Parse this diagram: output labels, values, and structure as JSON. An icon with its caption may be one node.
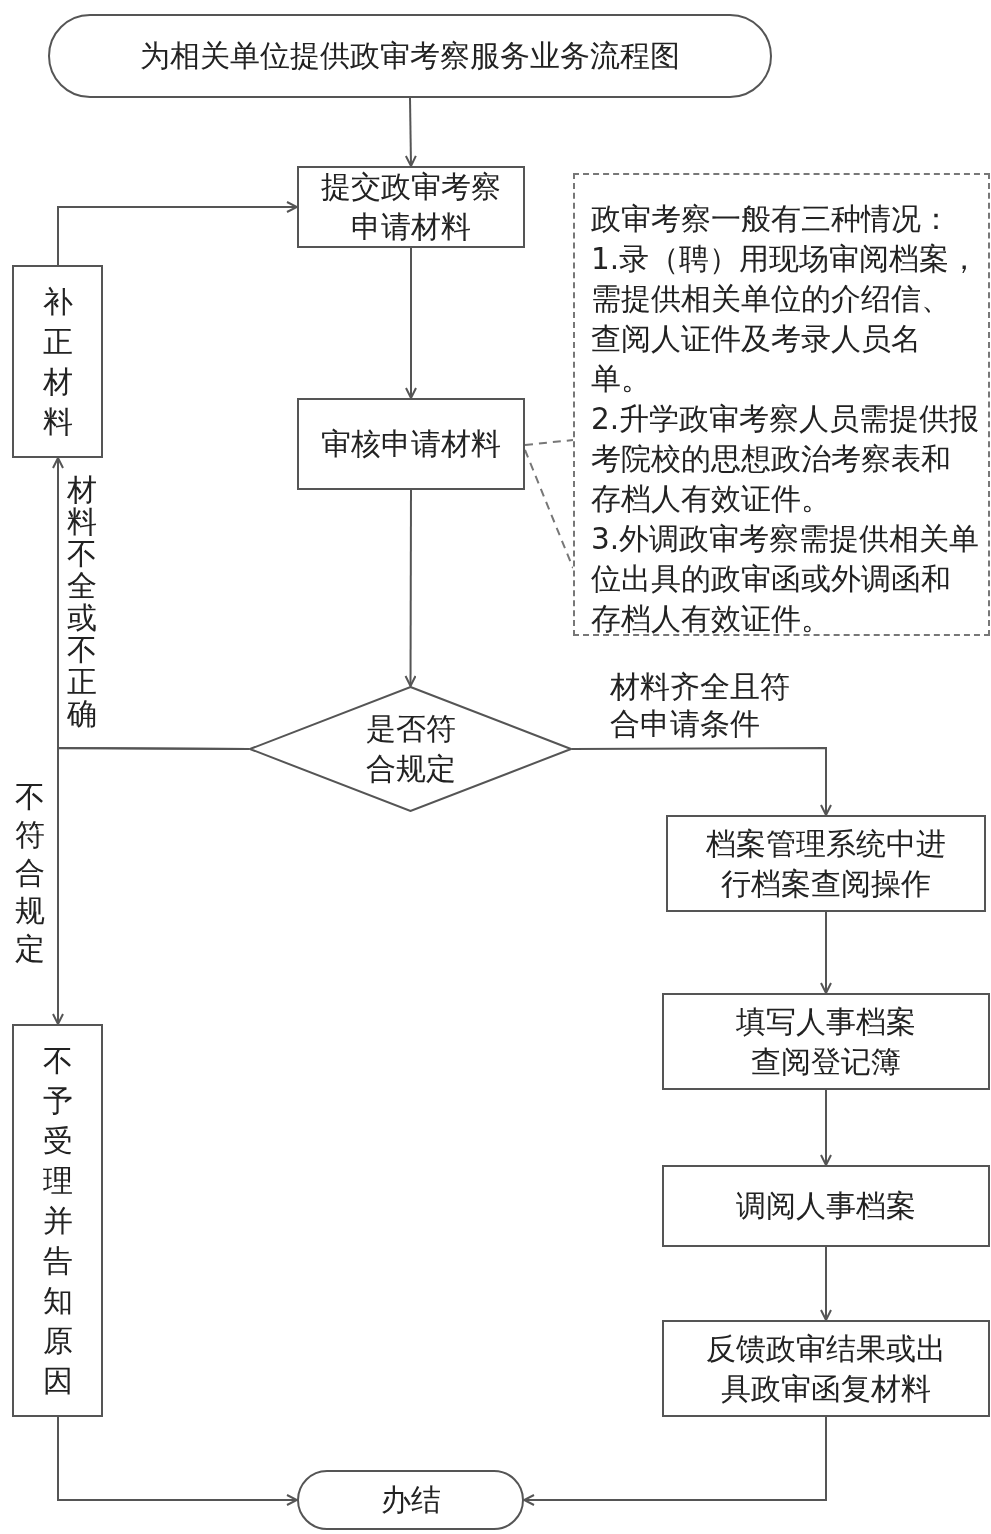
{
  "diagram": {
    "nodes": [
      {
        "text": [
          "为相关单位提供政审考察服务业务流程图"
        ]
      },
      {
        "text": [
          "提交政审考察申请材料"
        ]
      },
      {
        "text": [
          "政审考察一般有三种情况：",
          "1.录（聘）用现场审阅档案，需提供相关单位的介绍信、查阅人证件及考录人员名单。",
          "2.升学政审考察人员需提供报考院校的思想政治考察表和存档人有效证件。",
          "3.外调政审考察需提供相关单位出具的政审函或外调函和存档人有效证件。"
        ]
      },
      {
        "text": [
          "补正材料"
        ]
      },
      {
        "text": [
          "审核申请材料"
        ]
      },
      {
        "text": [
          "是否符合规定"
        ]
      },
      {
        "text": [
          "档案管理系统中进行档案查阅操作"
        ]
      },
      {
        "text": [
          "填写人事档案查阅登记簿"
        ]
      },
      {
        "text": [
          "调阅人事档案"
        ]
      },
      {
        "text": [
          "反馈政审结果或出具政审函复材料"
        ]
      },
      {
        "text": [
          "不予受理并告知原因"
        ]
      },
      {
        "text": [
          "办结"
        ]
      }
    ],
    "edges": [
      {
        "from": 0,
        "to": 1,
        "arrow": "to"
      },
      {
        "from": 1,
        "to": 4,
        "arrow": "to"
      },
      {
        "from": 4,
        "to": 2,
        "arrow": "none",
        "style": "dashed"
      },
      {
        "from": 4,
        "to": 2,
        "arrow": "none",
        "style": "dashed"
      },
      {
        "from": 4,
        "to": 5,
        "arrow": "to"
      },
      {
        "from": 5,
        "to": 3,
        "arrow": "to",
        "label": "材料不全或不正确"
      },
      {
        "from": 3,
        "to": 1,
        "arrow": "to"
      },
      {
        "from": 5,
        "to": 10,
        "arrow": "to",
        "label": "不符合规定"
      },
      {
        "from": 5,
        "to": 6,
        "arrow": "to",
        "label": "材料齐全且符合申请条件"
      },
      {
        "from": 6,
        "to": 7,
        "arrow": "to"
      },
      {
        "from": 7,
        "to": 8,
        "arrow": "to"
      },
      {
        "from": 8,
        "to": 9,
        "arrow": "to"
      },
      {
        "from": 9,
        "to": 11,
        "arrow": "to"
      },
      {
        "from": 10,
        "to": 11,
        "arrow": "to"
      }
    ]
  }
}
